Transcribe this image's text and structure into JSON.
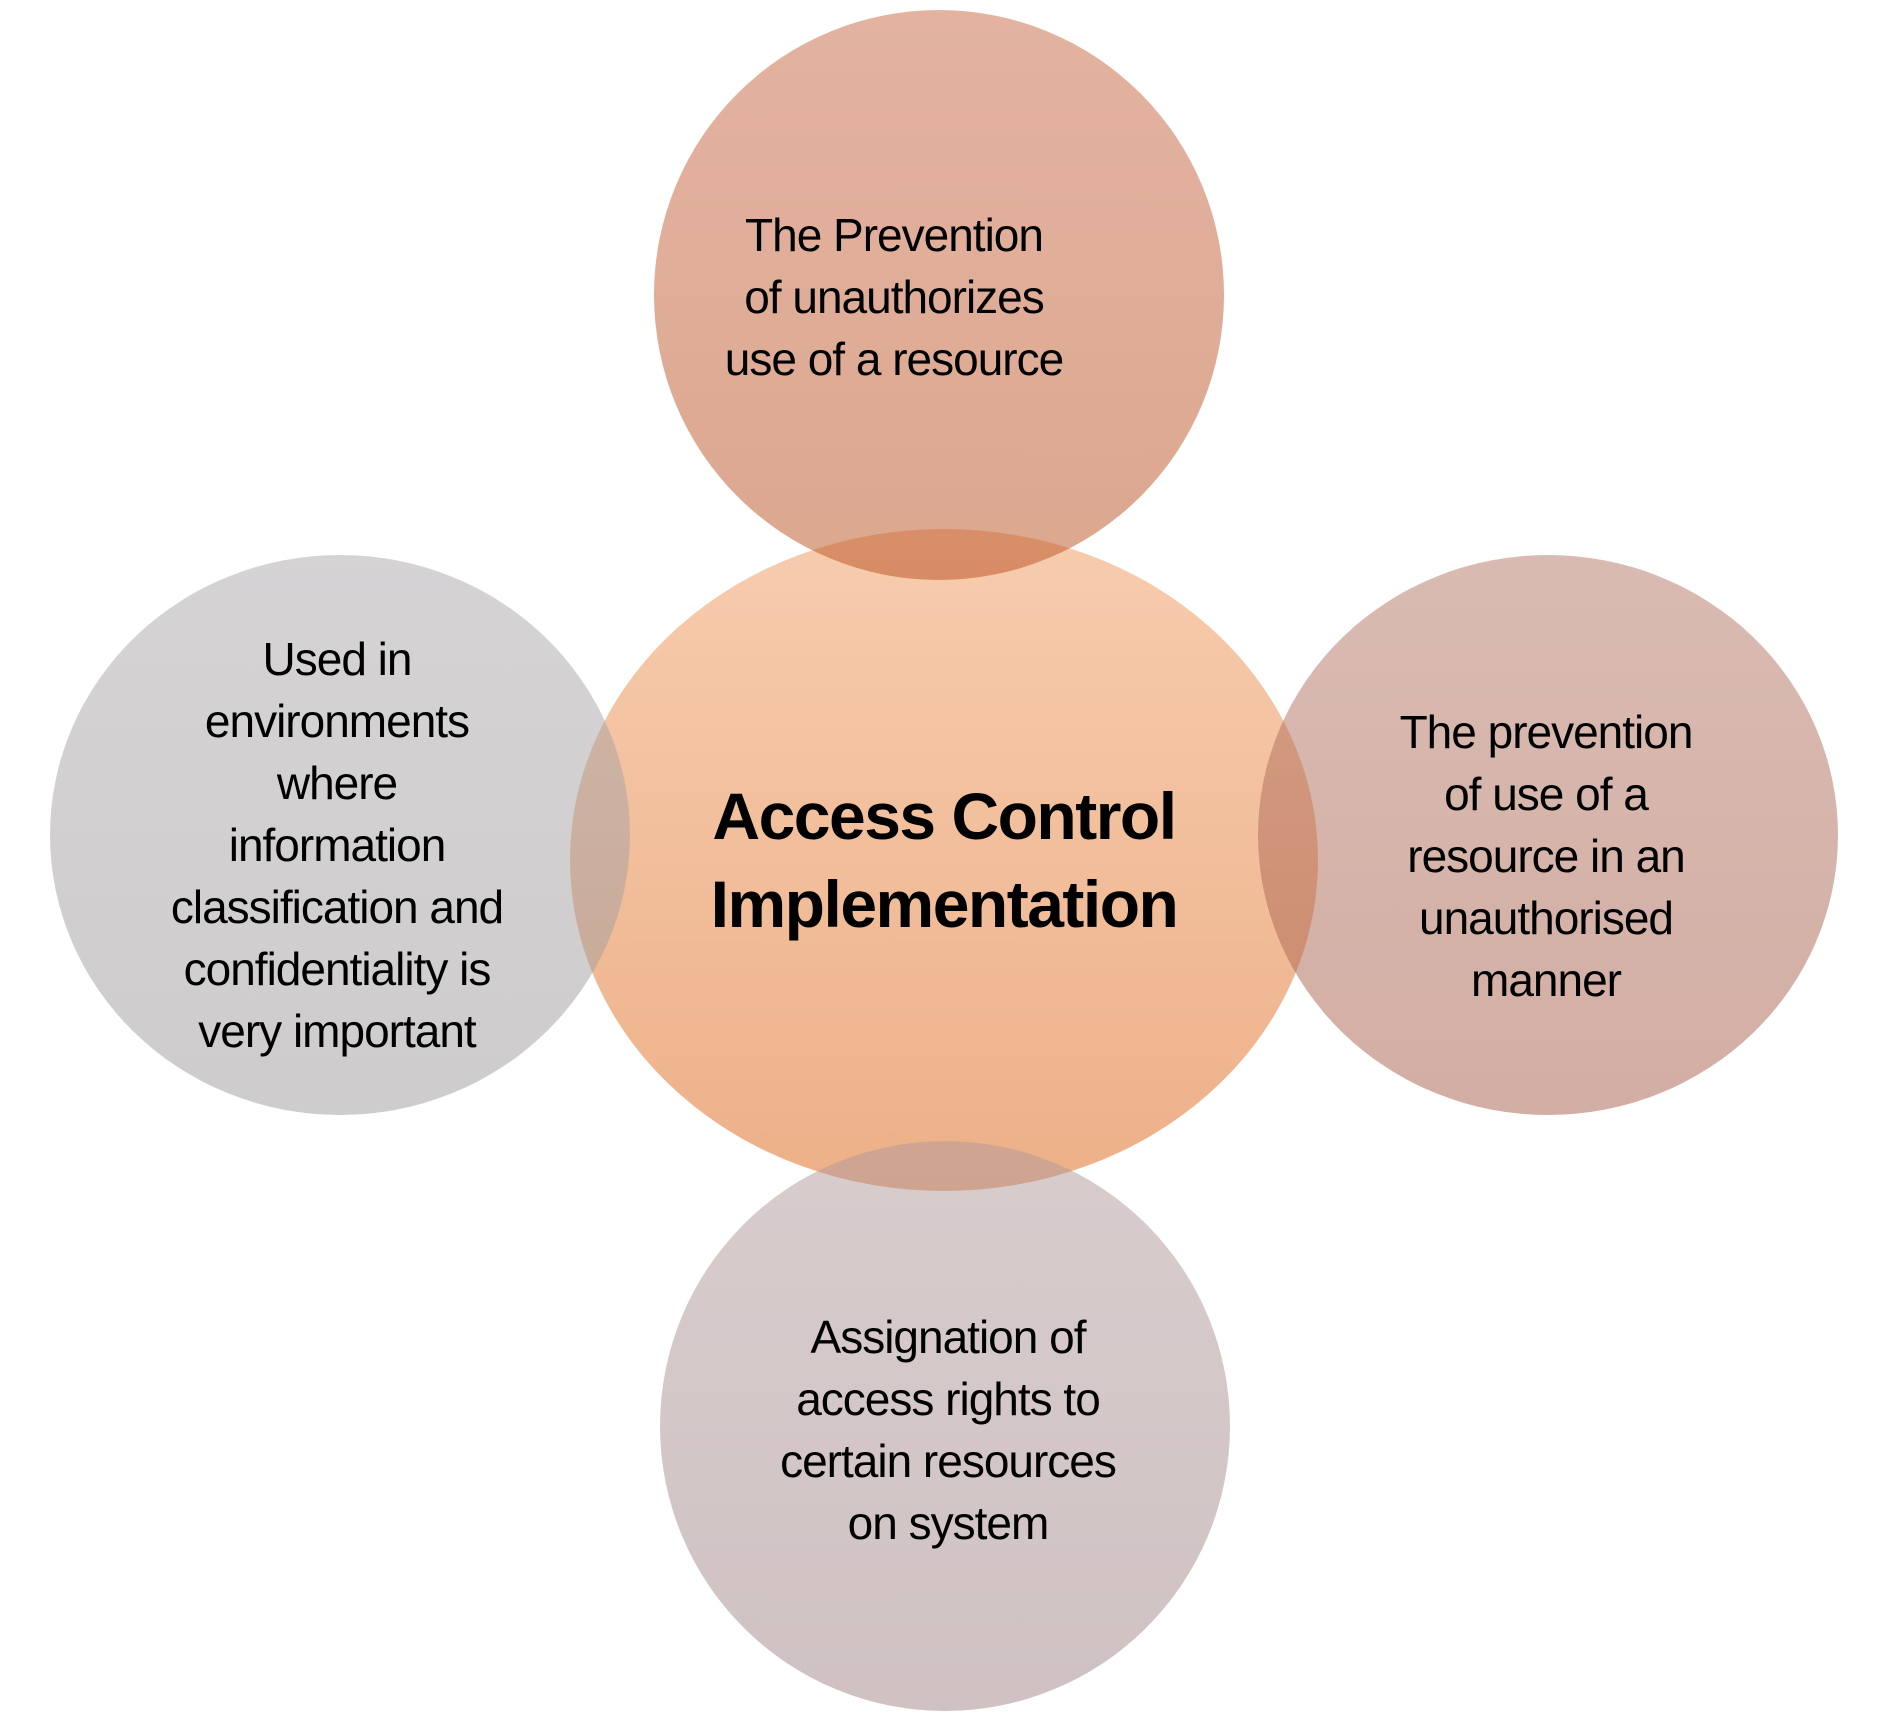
{
  "background_color": "#ffffff",
  "text_color": "#000000",
  "diagram": {
    "type": "radial-overlapping-circles",
    "center": {
      "lines": [
        "Access Control",
        "Implementation"
      ],
      "fill_top": "#f7ccae",
      "fill_bottom": "#edb088"
    },
    "top": {
      "lines": [
        "The Prevention",
        "of unauthorizes",
        "use of a resource"
      ],
      "fill": "#dfab96"
    },
    "left": {
      "lines": [
        "Used in",
        "environments",
        "where",
        "information",
        "classification and",
        "confidentiality is",
        "very important"
      ],
      "fill": "#d2d0d1"
    },
    "right": {
      "lines": [
        "The prevention",
        "of use of a",
        "resource in an",
        "unauthorised",
        "manner"
      ],
      "fill": "#d6b4ab"
    },
    "bottom": {
      "lines": [
        "Assignation of",
        "access rights to",
        "certain resources",
        "on system"
      ],
      "fill": "#d4c7c8"
    }
  }
}
